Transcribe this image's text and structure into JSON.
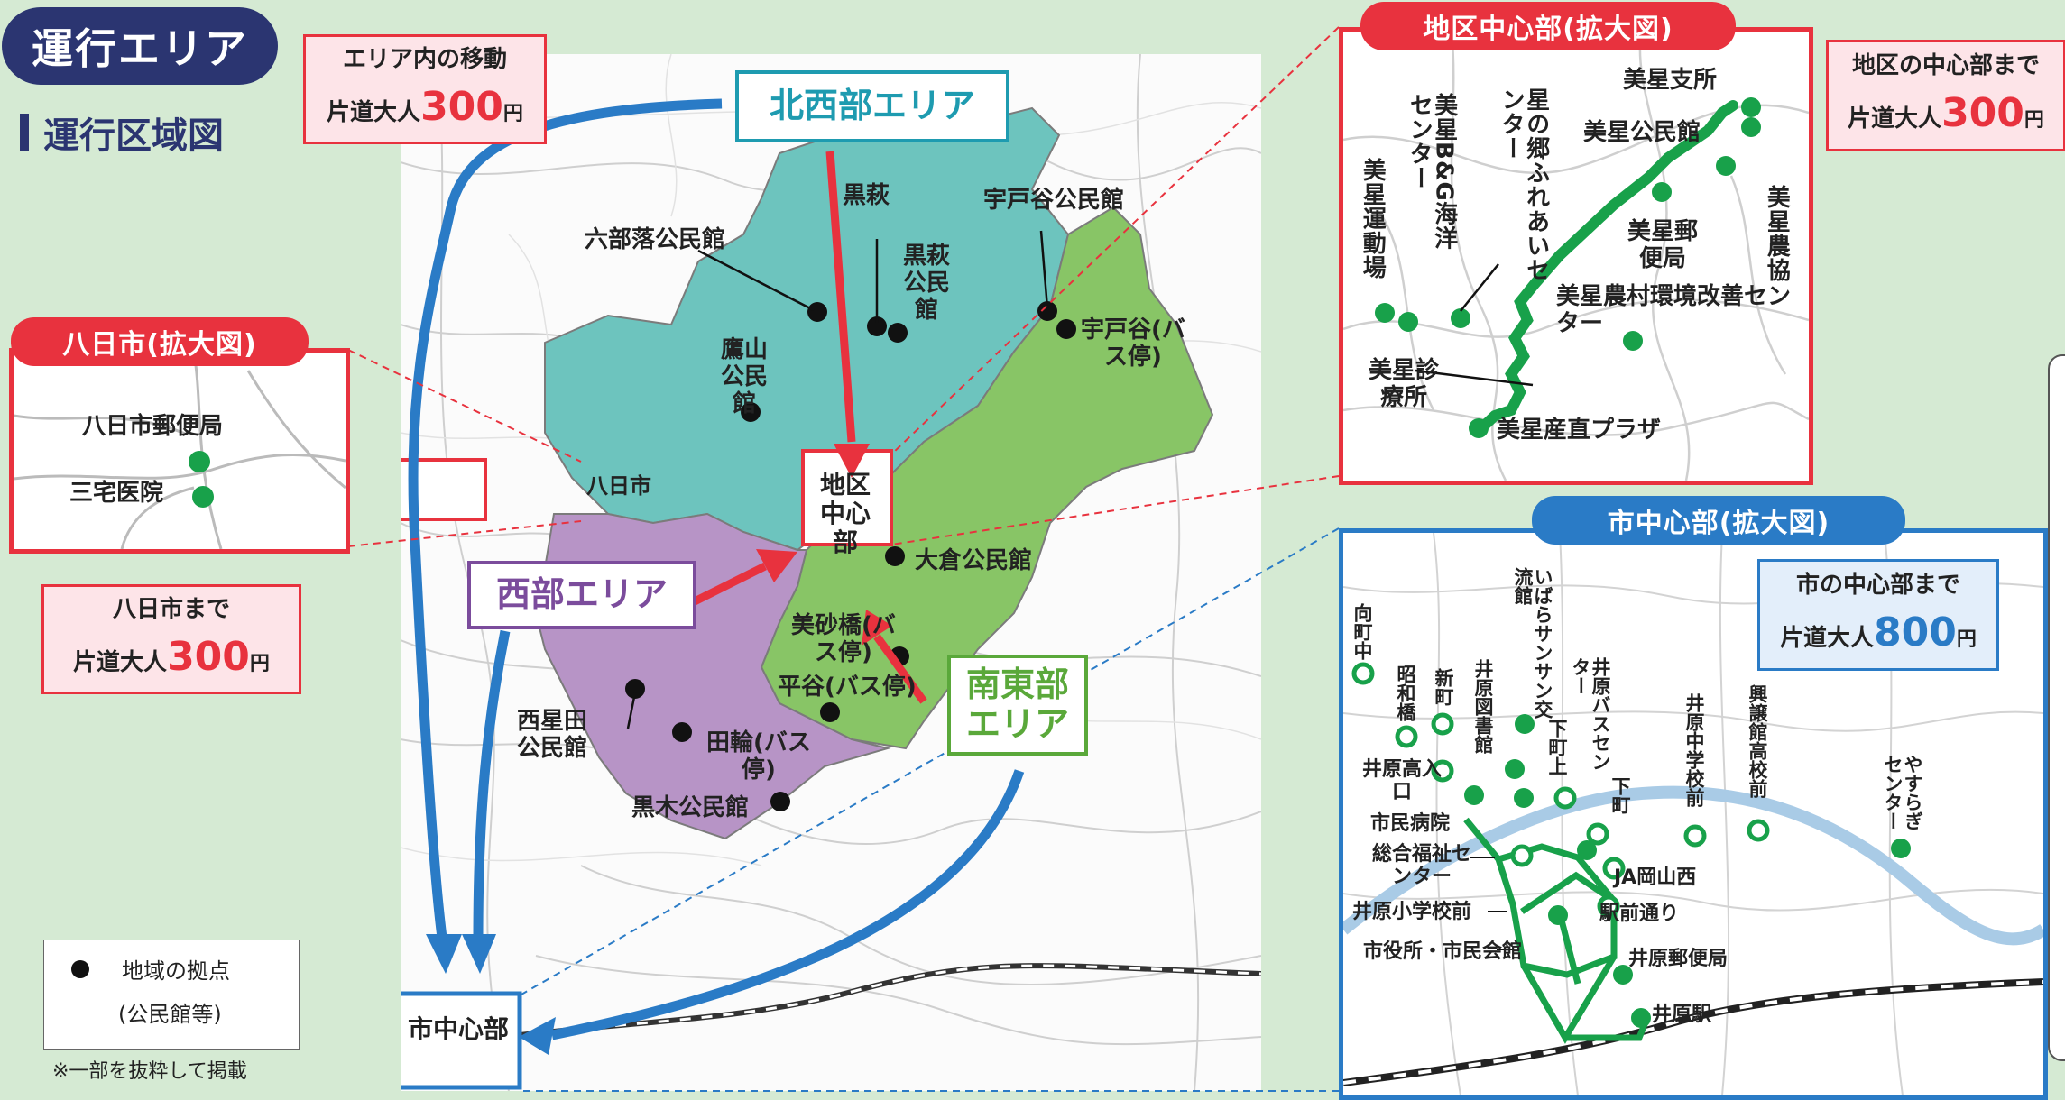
{
  "title": "運行エリア",
  "subtitle": "運行区域図",
  "callouts": {
    "area_move": {
      "line1": "エリア内の移動",
      "prefix": "片道大人",
      "price": "300",
      "unit": "円"
    },
    "youkaichi": {
      "line1": "八日市まで",
      "prefix": "片道大人",
      "price": "300",
      "unit": "円"
    },
    "district": {
      "line1": "地区の中心部まで",
      "prefix": "片道大人",
      "price": "300",
      "unit": "円"
    },
    "city": {
      "line1": "市の中心部まで",
      "prefix": "片道大人",
      "price": "800",
      "unit": "円"
    }
  },
  "areas": {
    "northwest": "北西部エリア",
    "west": "西部エリア",
    "southeast": "南東部エリア",
    "district_center": "地区中心部",
    "youkaichi": "八日市",
    "city_center": "市中心部"
  },
  "main_map_labels": {
    "kurohagi": "黒萩",
    "rokubuoku": "六部落公民館",
    "kurohagi_kominkan": "黒萩公民館",
    "udotani_kominkan": "宇戸谷公民館",
    "udotani_bus": "宇戸谷(バス停)",
    "takayama": "鷹山公民館",
    "okura": "大倉公民館",
    "bisahashi": "美砂橋(バス停)",
    "hiratani": "平谷(バス停)",
    "nishihoshida": "西星田公民館",
    "tawa": "田輪(バス停)",
    "kurogi": "黒木公民館"
  },
  "youkaichi_inset": {
    "header": "八日市(拡大図)",
    "labels": {
      "post": "八日市郵便局",
      "hospital": "三宅医院"
    }
  },
  "district_inset": {
    "header": "地区中心部(拡大図)",
    "labels": {
      "shisho": "美星支所",
      "kominkan": "美星公民館",
      "nokyo": "美星農協",
      "post": "美星郵便局",
      "noson": "美星農村環境改善センター",
      "hoshinosato": "星の郷ふれあいセンター",
      "bg": "美星B&G海洋センター",
      "undojo": "美星運動場",
      "shinryo": "美星診療所",
      "sanchoku": "美星産直プラザ"
    }
  },
  "city_inset": {
    "header": "市中心部(拡大図)",
    "labels": {
      "mukaimachi": "向町中",
      "showabashi": "昭和橋",
      "shinmachi": "新町",
      "ibara_sunsun": "いばらサンサン交流館",
      "library": "井原図書館",
      "ibara_bc": "井原バスセンター",
      "shimomachi_kami": "下町上",
      "shimomachi": "下町",
      "ibara_chu": "井原中学校前",
      "kojokan": "興譲館高校前",
      "yasuragi": "やすらぎセンター",
      "ibara_iriguchi": "井原高入口",
      "shimin_byoin": "市民病院",
      "fukushi": "総合福祉センター",
      "ibara_sho": "井原小学校前",
      "shiyakusho": "市役所・市民会館",
      "ja": "JA岡山西",
      "ekimae": "駅前通り",
      "yubinkyoku": "井原郵便局",
      "ibara_eki": "井原駅"
    }
  },
  "legend": {
    "line1": "地域の拠点",
    "line2": "(公民館等)"
  },
  "note": "※一部を抜粋して掲載",
  "colors": {
    "navy": "#2b3571",
    "red": "#e8323e",
    "blue": "#2a7bc6",
    "teal": "#1e9bb0",
    "purple": "#7b4c9c",
    "green": "#5aa83a",
    "route": "#18a14a"
  }
}
